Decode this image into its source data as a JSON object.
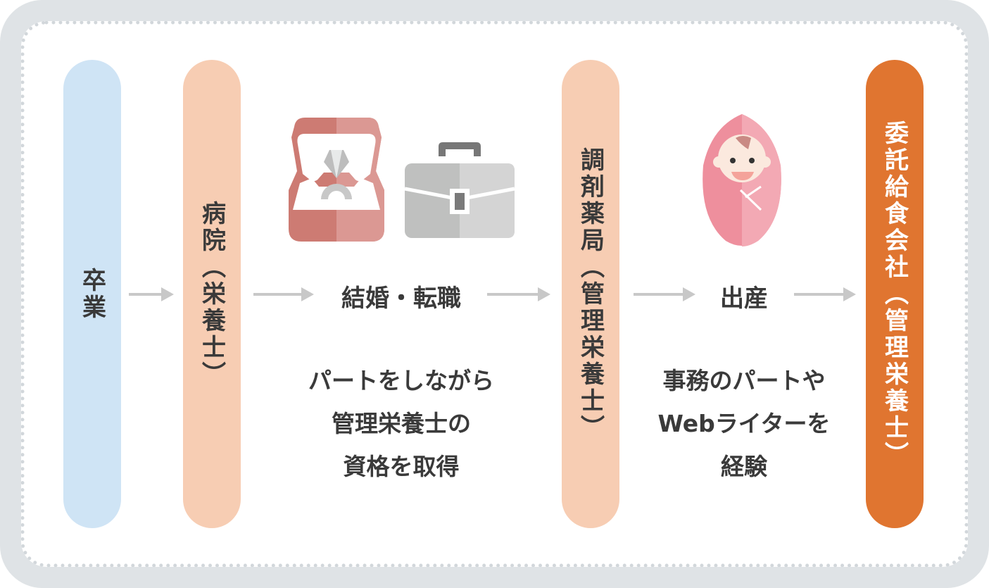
{
  "colors": {
    "graduate": "#cfe4f5",
    "light_orange": "#f7cdb3",
    "accent": "#e07530",
    "arrow": "#c8c8c8"
  },
  "steps": [
    {
      "label": "卒業"
    },
    {
      "label": "病院（栄養士）"
    },
    {
      "label": "調剤薬局（管理栄養士）"
    },
    {
      "label": "委託給食会社（管理栄養士）"
    }
  ],
  "events": [
    {
      "label": "結婚・転職",
      "lines": [
        "パートをしながら",
        "管理栄養士の",
        "資格を取得"
      ],
      "icons": [
        "ring-box-icon",
        "briefcase-icon"
      ]
    },
    {
      "label": "出産",
      "lines": [
        "事務のパートや",
        "Webライターを",
        "経験"
      ],
      "icons": [
        "baby-icon"
      ]
    }
  ]
}
